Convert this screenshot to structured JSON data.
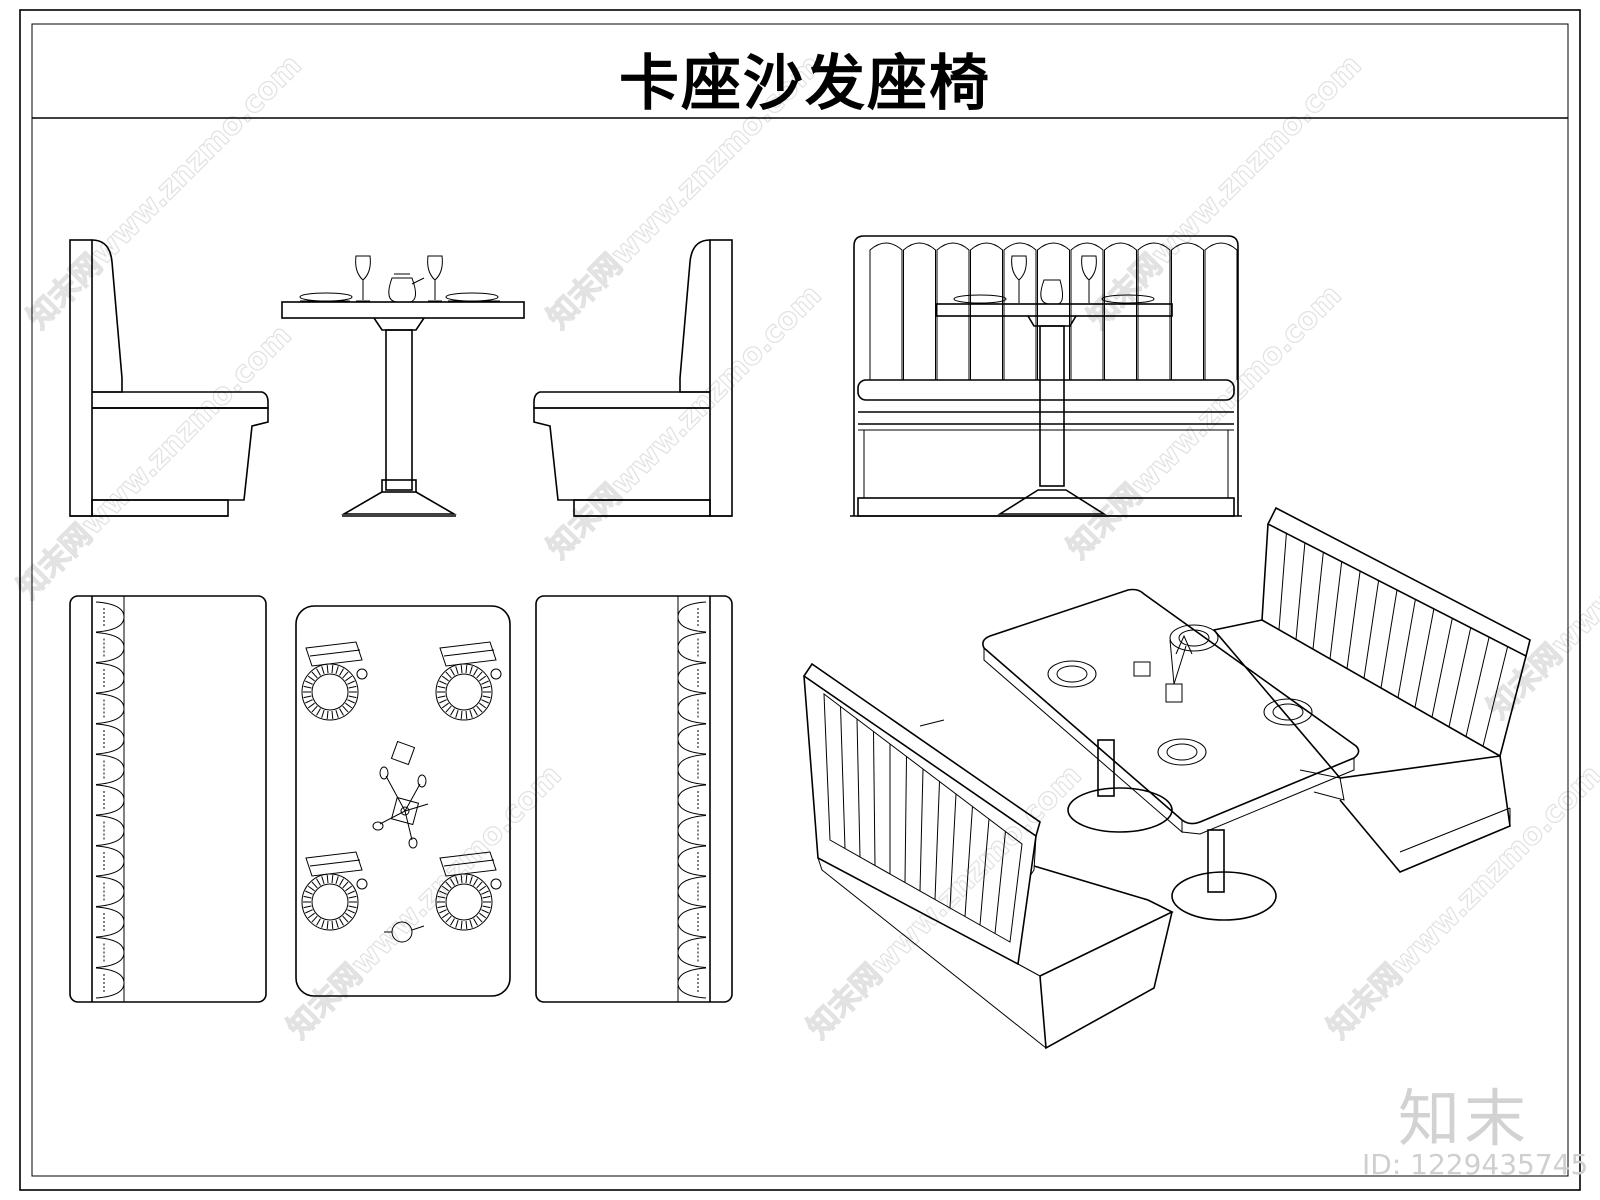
{
  "title": "卡座沙发座椅",
  "brand": "知末",
  "drawing_id": "ID: 1229435745",
  "watermark_text": "知末网www.znzmo.com",
  "colors": {
    "line": "#000000",
    "watermark": "#e2e2e2",
    "background": "#ffffff"
  }
}
